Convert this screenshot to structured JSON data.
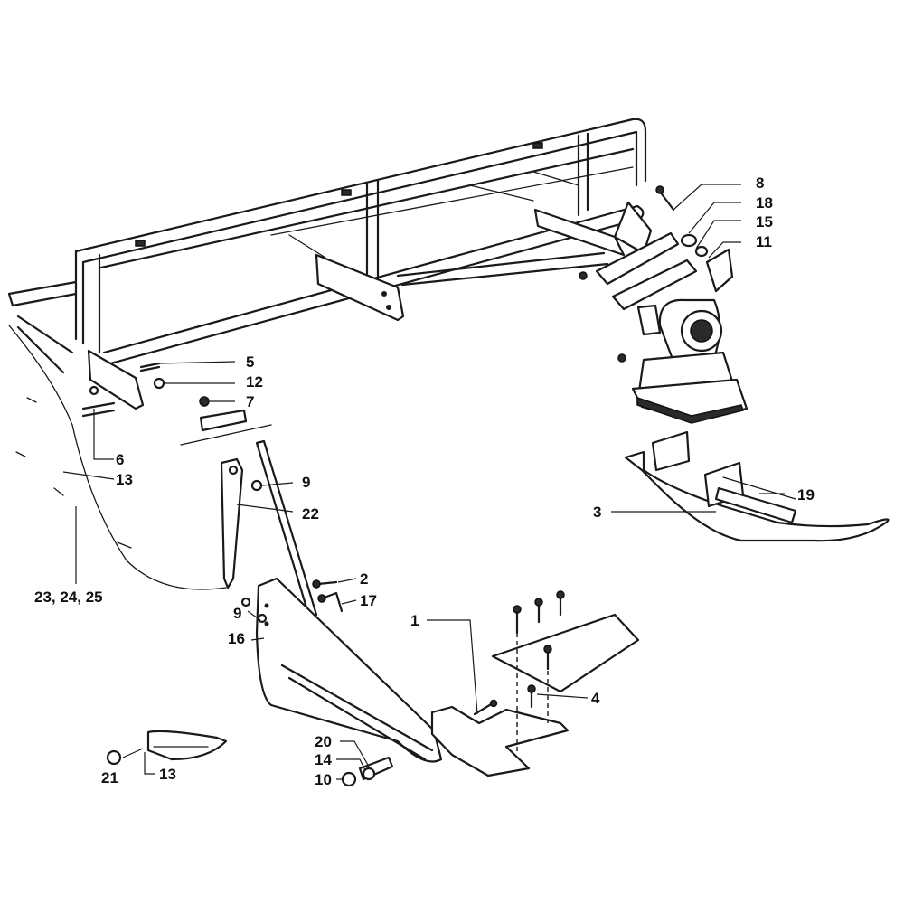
{
  "callouts": {
    "c8": "8",
    "c18": "18",
    "c15": "15",
    "c11": "11",
    "c5": "5",
    "c12": "12",
    "c7": "7",
    "c6": "6",
    "c13a": "13",
    "c9a": "9",
    "c22": "22",
    "c19": "19",
    "c3": "3",
    "c23_24_25": "23, 24, 25",
    "c2": "2",
    "c17": "17",
    "c9b": "9",
    "c16": "16",
    "c1": "1",
    "c4": "4",
    "c20": "20",
    "c14": "14",
    "c10": "10",
    "c21": "21",
    "c13b": "13"
  },
  "colors": {
    "ink": "#1a1a1a",
    "background": "#ffffff"
  }
}
